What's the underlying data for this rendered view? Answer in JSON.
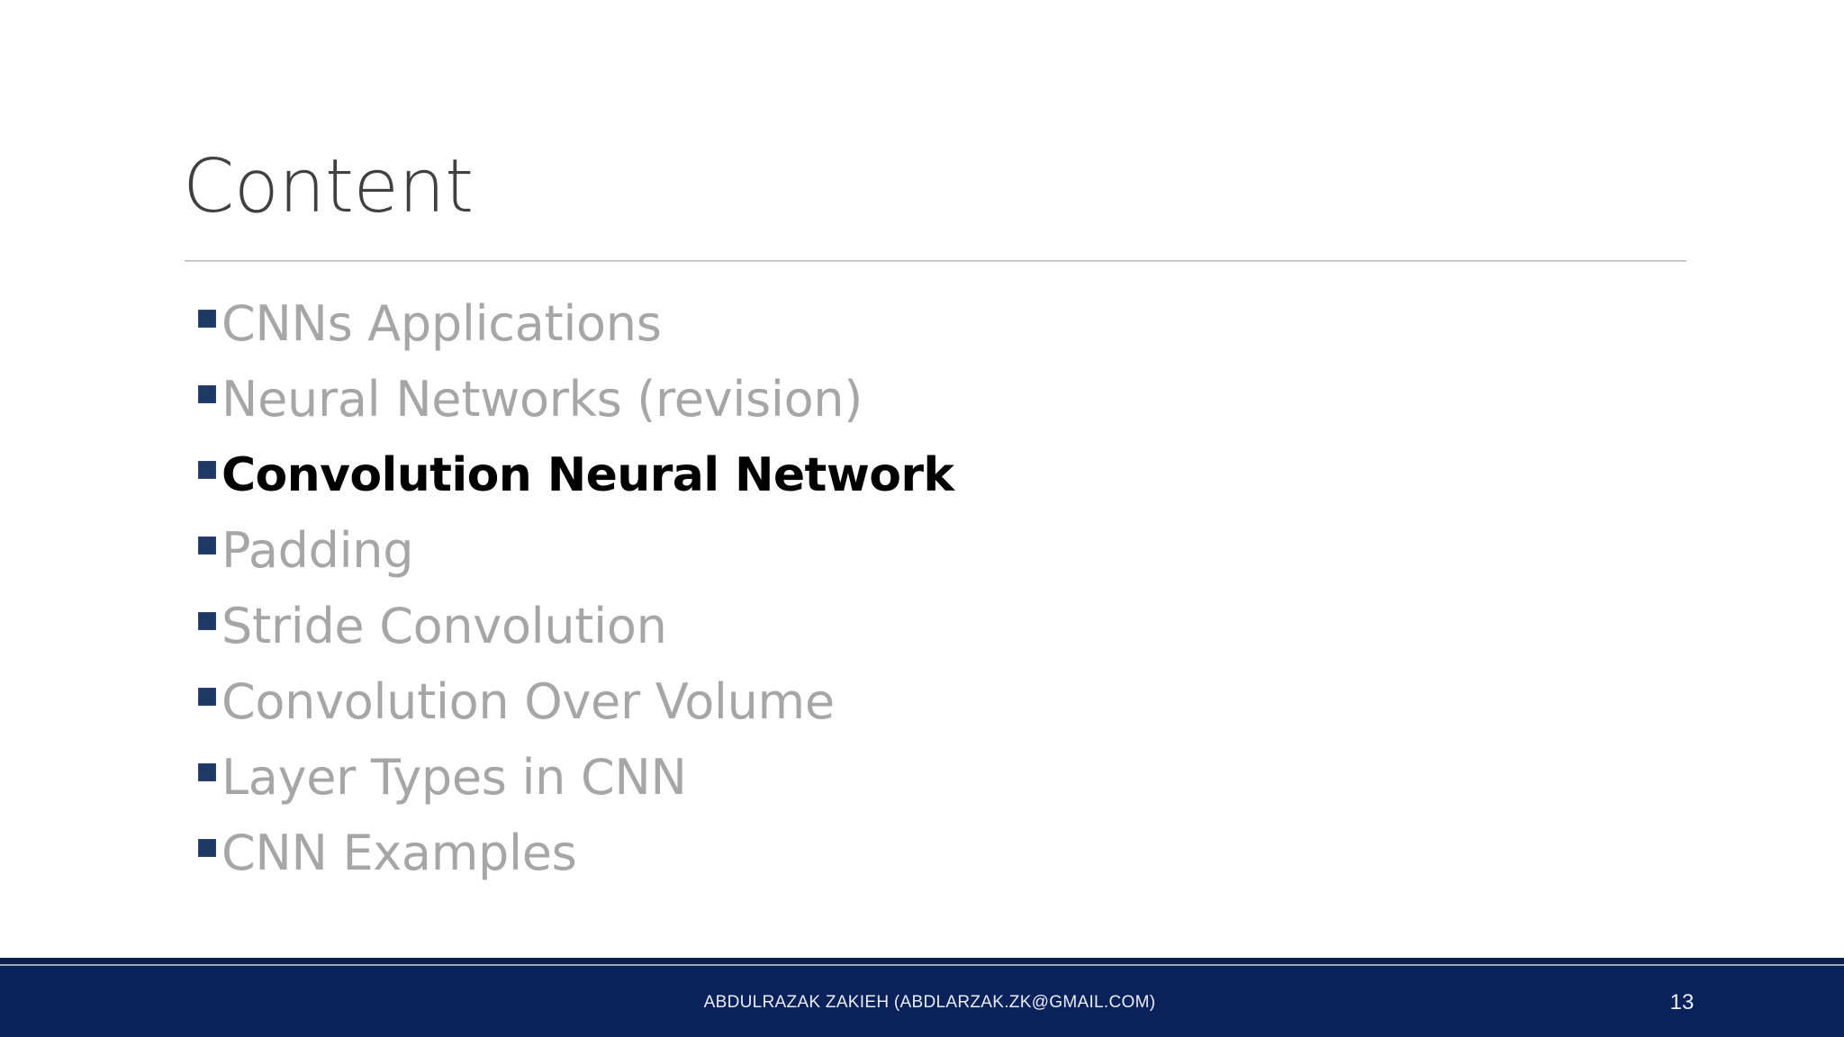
{
  "slide": {
    "title": "Content",
    "background_color": "#ffffff",
    "title_color": "#404040",
    "rule_color": "#b7b7b7"
  },
  "outline": {
    "bullet_marker_color": "#1f3864",
    "inactive_text_color": "#a6a6a6",
    "active_text_color": "#000000",
    "items": [
      {
        "label": "CNNs Applications",
        "current": false
      },
      {
        "label": "Neural Networks (revision)",
        "current": false
      },
      {
        "label": "Convolution Neural Network",
        "current": true
      },
      {
        "label": "Padding",
        "current": false
      },
      {
        "label": "Stride Convolution",
        "current": false
      },
      {
        "label": "Convolution Over Volume",
        "current": false
      },
      {
        "label": "Layer Types in CNN",
        "current": false
      },
      {
        "label": "CNN Examples",
        "current": false
      }
    ]
  },
  "footer": {
    "note": "ABDULRAZAK ZAKIEH (ABDLARZAK.ZK@GMAIL.COM)",
    "page_number": "13",
    "band_color": "#0a2159",
    "text_color": "#e9edf5"
  }
}
